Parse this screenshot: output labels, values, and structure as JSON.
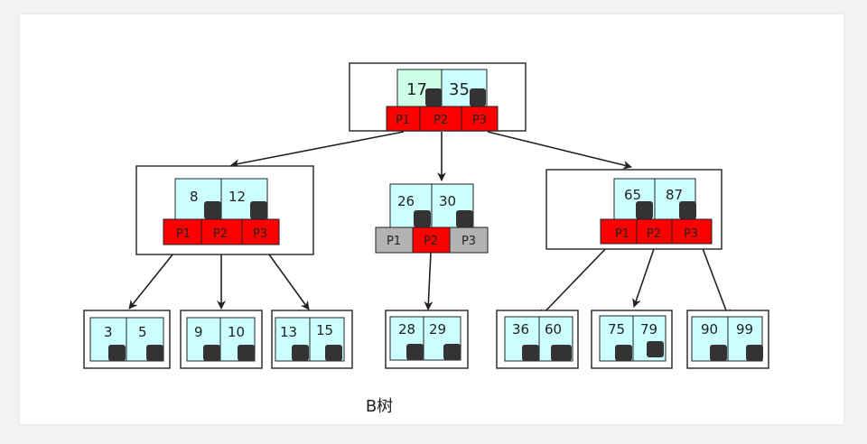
{
  "caption": "B树",
  "colors": {
    "key_cell": "#ccffff",
    "key_cell_root_first": "#ccffe6",
    "pointer_red": "#ff0000",
    "pointer_gray": "#b3b3b3",
    "handle": "#333333",
    "border": "#222222",
    "background": "#f2f2f2"
  },
  "tree": {
    "root": {
      "keys": [
        "17",
        "35"
      ],
      "pointers": [
        "P1",
        "P2",
        "P3"
      ],
      "pointer_style": "red"
    },
    "level1": [
      {
        "keys": [
          "8",
          "12"
        ],
        "pointers": [
          "P1",
          "P2",
          "P3"
        ],
        "pointer_style": "red"
      },
      {
        "keys": [
          "26",
          "30"
        ],
        "pointers": [
          "P1",
          "P2",
          "P3"
        ],
        "pointer_style": "gray-with-red-middle"
      },
      {
        "keys": [
          "65",
          "87"
        ],
        "pointers": [
          "P1",
          "P2",
          "P3"
        ],
        "pointer_style": "red"
      }
    ],
    "leaves": [
      {
        "keys": [
          "3",
          "5"
        ]
      },
      {
        "keys": [
          "9",
          "10"
        ]
      },
      {
        "keys": [
          "13",
          "15"
        ]
      },
      {
        "keys": [
          "28",
          "29"
        ]
      },
      {
        "keys": [
          "36",
          "60"
        ]
      },
      {
        "keys": [
          "75",
          "79"
        ]
      },
      {
        "keys": [
          "90",
          "99"
        ]
      }
    ]
  }
}
